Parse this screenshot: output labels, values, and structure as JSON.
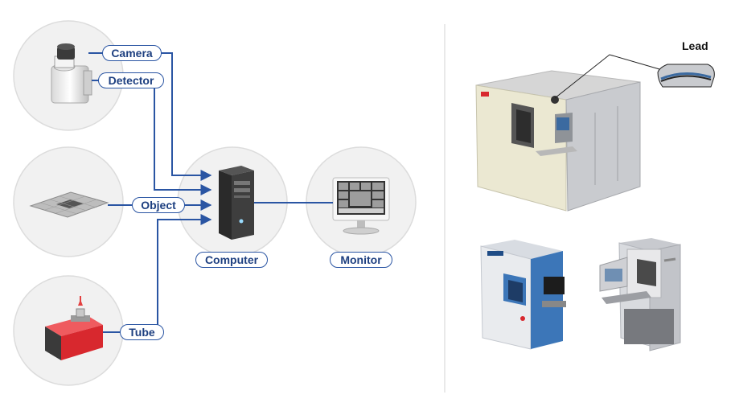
{
  "labels": {
    "camera": "Camera",
    "detector": "Detector",
    "object": "Object",
    "tube": "Tube",
    "computer": "Computer",
    "monitor": "Monitor",
    "lead": "Lead"
  },
  "colors": {
    "connector": "#2a55a3",
    "circle_fill": "#f1f1f1",
    "circle_stroke": "#dcdcdc",
    "tube_red": "#d8282e",
    "machine_cream": "#ebe8d2",
    "machine_gray": "#c9cbcf",
    "divider": "#e2e2e2"
  }
}
